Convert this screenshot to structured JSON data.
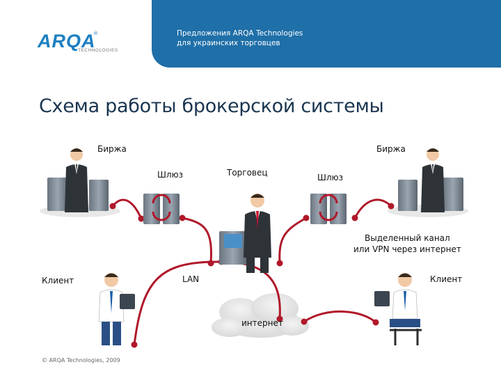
{
  "header": {
    "line1": "Предложения ARQA Technologies",
    "line2": "для украинских торговцев"
  },
  "logo": {
    "mark": "ARQA",
    "sub": "TECHNOLOGIES",
    "reg": "®"
  },
  "title": "Схема работы брокерской системы",
  "labels": {
    "exchange_left": "Биржа",
    "exchange_right": "Биржа",
    "gateway_left": "Шлюз",
    "gateway_right": "Шлюз",
    "trader": "Торговец",
    "dedicated": "Выделенный канал",
    "dedicated2": "или VPN через интернет",
    "client_left": "Клиент",
    "client_right": "Клиент",
    "lan": "LAN",
    "internet": "интернет"
  },
  "footer": "© ARQA Technologies, 2009",
  "colors": {
    "header": "#1f6fa8",
    "link": "#b0182a",
    "accent": "#1d7fc2"
  }
}
